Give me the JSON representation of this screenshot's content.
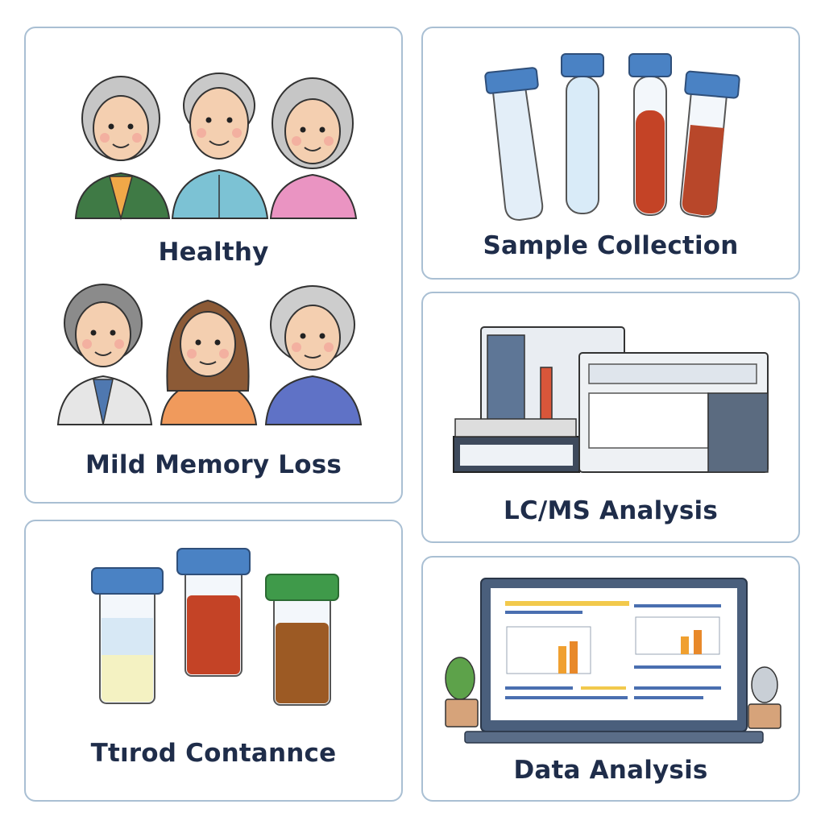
{
  "panels": {
    "healthy": {
      "label": "Healthy"
    },
    "memory": {
      "label": "Mild Memory Loss"
    },
    "containers": {
      "label": "Ttırod Contannce"
    },
    "sample": {
      "label": "Sample Collection"
    },
    "lcms": {
      "label": "LC/MS Analysis"
    },
    "data": {
      "label": "Data Analysis"
    }
  },
  "colors": {
    "border": "#a9bfd3",
    "text": "#1f2d4a",
    "cap_blue": "#4a82c4",
    "cap_green": "#3f9a4a",
    "blood_red": "#c44326",
    "sample_brown": "#9c5a24"
  }
}
